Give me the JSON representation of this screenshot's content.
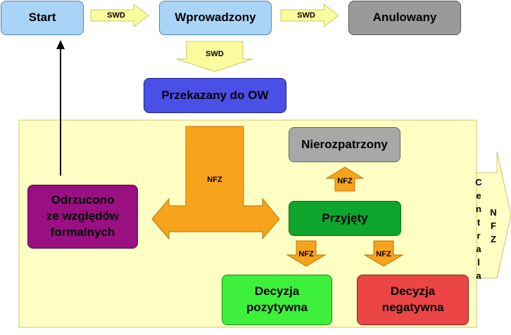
{
  "nodes": {
    "start": "Start",
    "wprowadzony": "Wprowadzony",
    "anulowany": "Anulowany",
    "przekazany": "Przekazany do OW",
    "nierozpatrzony": "Nierozpatrzony",
    "odrzucono": "Odrzucono\nze względów\nformalnych",
    "przyjety": "Przyjęty",
    "pozytywna": "Decyzja\npozytywna",
    "negatywna": "Decyzja\nnegatywna"
  },
  "arrows": {
    "swd1": "SWD",
    "swd2": "SWD",
    "swd3": "SWD",
    "nfz_big": "NFZ",
    "nfz_up": "NFZ",
    "nfz_down_left": "NFZ",
    "nfz_down_right": "NFZ"
  },
  "side_arrow": {
    "col1": "C\ne\nn\nt\nr\na\nl\na",
    "col2": "N\nF\nZ"
  },
  "colors": {
    "start": "#a9d4f5",
    "wprowadzony": "#a9d4f5",
    "anulowany": "#9a9a9a",
    "przekazany": "#4a4fe6",
    "nierozpatrzony": "#a8a8a8",
    "odrzucono": "#9a0f82",
    "przyjety": "#0ea52e",
    "pozytywna": "#3cf03c",
    "negatywna": "#ec4545",
    "region": "#ffffc4",
    "light_arrow": "#fbfb9e",
    "orange_arrow": "#f7a31c"
  }
}
